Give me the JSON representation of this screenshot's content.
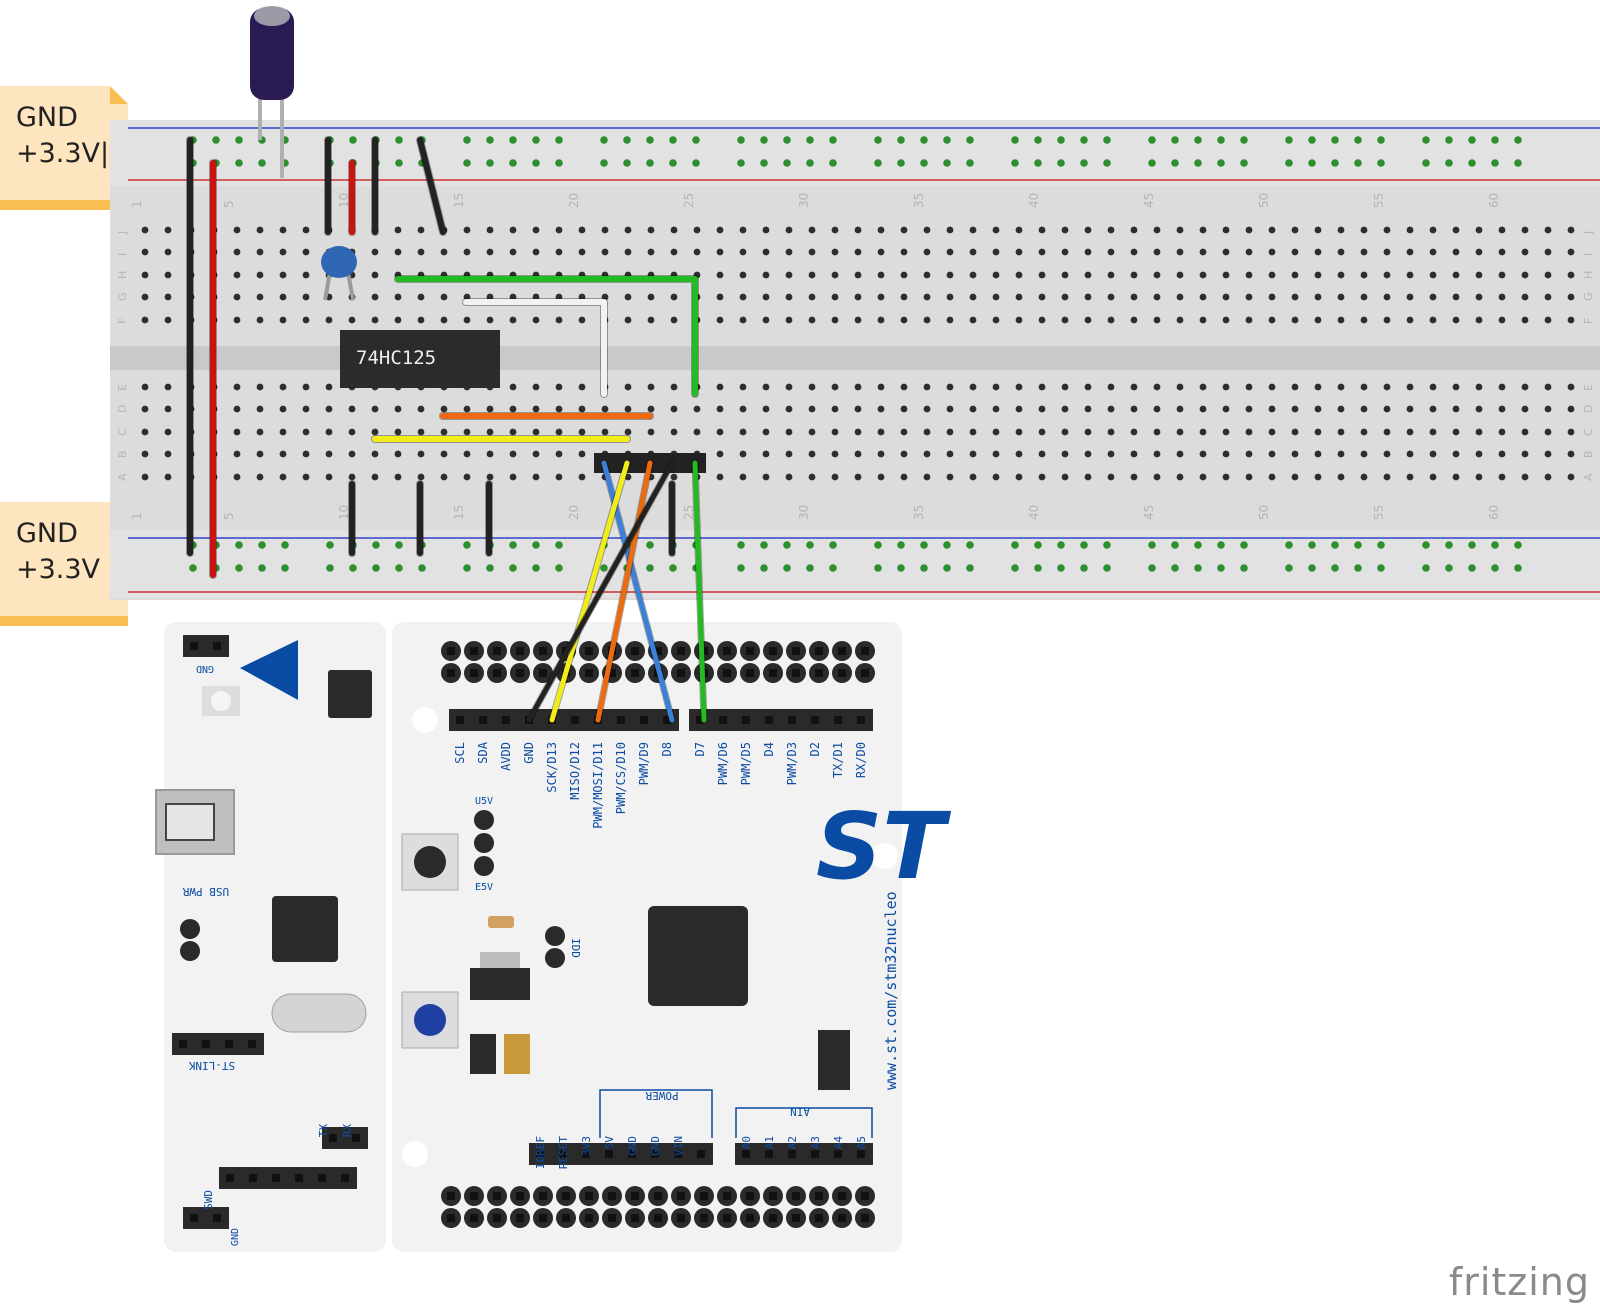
{
  "notes": [
    {
      "lines": [
        "GND",
        "+3.3V|"
      ]
    },
    {
      "lines": [
        "GND",
        "+3.3V"
      ]
    }
  ],
  "breadboard": {
    "column_numbers": [
      "1",
      "5",
      "10",
      "15",
      "20",
      "25",
      "30",
      "35",
      "40",
      "45",
      "50",
      "55",
      "60"
    ],
    "row_letters_top": [
      "J",
      "I",
      "H",
      "G",
      "F"
    ],
    "row_letters_bottom": [
      "E",
      "D",
      "C",
      "B",
      "A"
    ]
  },
  "chip": {
    "label": "74HC125"
  },
  "board": {
    "header_top_left_labels": [
      "SCL",
      "SDA",
      "AVDD",
      "GND",
      "SCK/D13",
      "MISO/D12",
      "PWM/MOSI/D11",
      "PWM/CS/D10",
      "PWM/D9",
      "D8"
    ],
    "header_top_right_labels": [
      "D7",
      "PWM/D6",
      "PWM/D5",
      "D4",
      "PWM/D3",
      "D2",
      "TX/D1",
      "RX/D0"
    ],
    "power_group_label": "POWER",
    "power_labels": [
      "IOREF",
      "RESET",
      "3V3",
      "5V",
      "GND",
      "GND",
      "VIN"
    ],
    "ain_group_label": "AIN",
    "ain_labels": [
      "A0",
      "A1",
      "A2",
      "A3",
      "A4",
      "A5"
    ],
    "url": "www.st.com/stm32nucleo",
    "left_labels": {
      "gnd_top": "GND",
      "usb_pwr": "USB PWR",
      "st_link": "ST-LINK",
      "tx": "TX",
      "rx": "RX",
      "swd": "SWD",
      "gnd_bottom": "GND",
      "u5v": "U5V",
      "e5v": "E5V",
      "idd": "IDD"
    },
    "brand": "ST"
  },
  "watermark": "fritzing",
  "colors": {
    "wire_black": "#222222",
    "wire_red": "#cc1111",
    "wire_green": "#22bb22",
    "wire_white": "#f2f2f2",
    "wire_orange": "#ee6a10",
    "wire_yellow": "#f2ec18",
    "wire_blue": "#3b7fd6",
    "st_blue": "#0a4ca3",
    "breadboard": "#dcdcdc"
  }
}
